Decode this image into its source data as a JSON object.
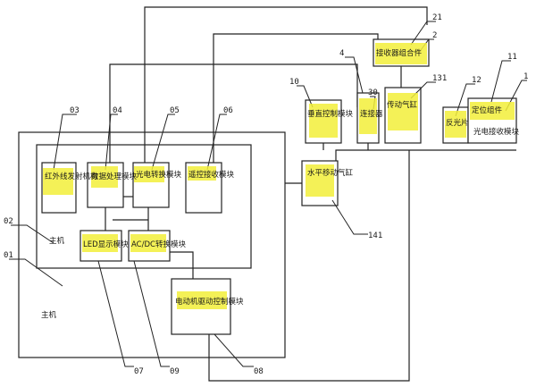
{
  "labels": {
    "host_inner": "主机",
    "host_outer": "主机",
    "infrared_emitter": "红外线发射机构",
    "data_processing": "数据处理模块",
    "photoelectric": "光电转换模块",
    "remote_control": "遥控接收模块",
    "led_display": "LED显示模块",
    "acdc": "AC/DC转换模块",
    "motor_drive": "电动机驱动控制模块",
    "horizontal_cylinder": "水平移动气缸",
    "vertical_module": "垂直控制模块",
    "cylinder": "传动气缸",
    "connect": "连接器",
    "sensor": "光电接收模块",
    "receiver_group": "接收器组合件",
    "locate": "定位组件",
    "reflector": "反光片"
  },
  "numbers": {
    "n03": "03",
    "n04": "04",
    "n05": "05",
    "n06": "06",
    "n02": "02",
    "n01": "01",
    "n07": "07",
    "n09": "09",
    "n08": "08",
    "n10": "10",
    "n141": "141",
    "n21": "21",
    "n2": "2",
    "n4": "4",
    "n30": "30",
    "n131": "131",
    "n12": "12",
    "n11": "11",
    "n1": "1"
  }
}
